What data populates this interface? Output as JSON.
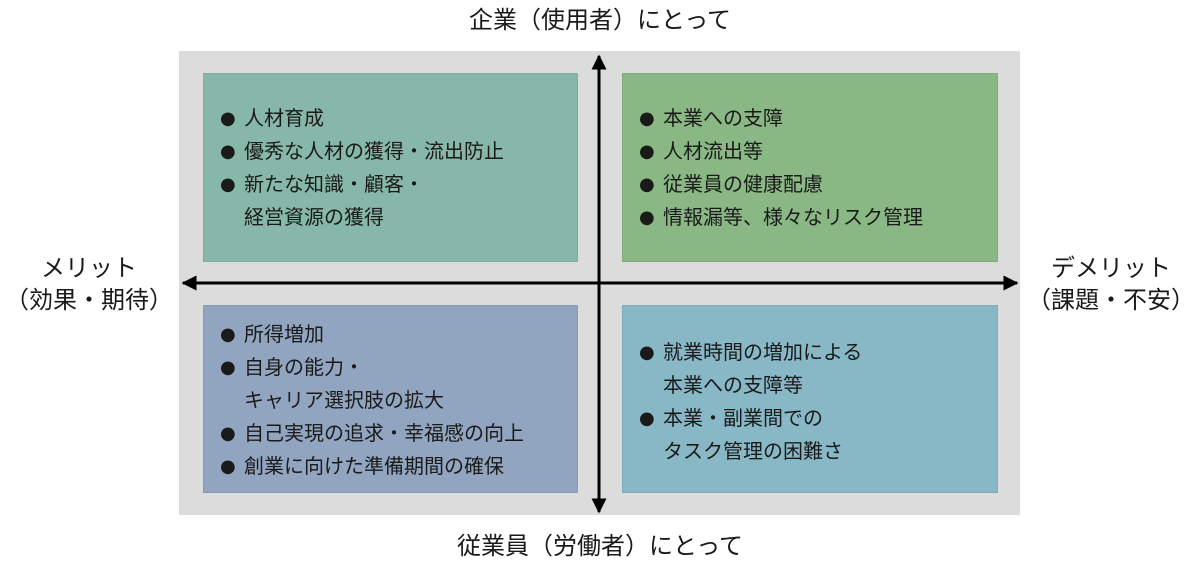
{
  "labels": {
    "top": "企業（使用者）にとって",
    "bottom": "従業員（労働者）にとって",
    "left_line1": "メリット",
    "left_line2": "（効果・期待）",
    "right_line1": "デメリット",
    "right_line2": "（課題・不安）"
  },
  "bullet": "●",
  "quadrants": {
    "top_left": [
      [
        "人材育成"
      ],
      [
        "優秀な人材の獲得・流出防止"
      ],
      [
        "新たな知識・顧客・",
        "経営資源の獲得"
      ]
    ],
    "top_right": [
      [
        "本業への支障"
      ],
      [
        "人材流出等"
      ],
      [
        "従業員の健康配慮"
      ],
      [
        "情報漏等、様々なリスク管理"
      ]
    ],
    "bottom_left": [
      [
        "所得増加"
      ],
      [
        "自身の能力・",
        "キャリア選択肢の拡大"
      ],
      [
        "自己実現の追求・幸福感の向上"
      ],
      [
        "創業に向けた準備期間の確保"
      ]
    ],
    "bottom_right": [
      [
        "就業時間の増加による",
        "本業への支障等"
      ],
      [
        "本業・副業間での",
        "タスク管理の困難さ"
      ]
    ]
  },
  "colors": {
    "top_left": "#86b7a8",
    "top_right": "#8ab884",
    "bottom_left": "#92a5c0",
    "bottom_right": "#88b7c6",
    "backdrop": "#dcdcdc",
    "axis": "#000000"
  }
}
